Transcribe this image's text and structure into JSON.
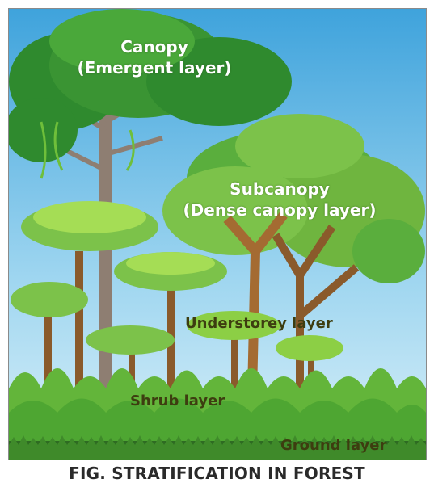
{
  "labels": {
    "canopy_line1": "Canopy",
    "canopy_line2": "(Emergent layer)",
    "subcanopy_line1": "Subcanopy",
    "subcanopy_line2": "(Dense canopy layer)",
    "understorey": "Understorey layer",
    "shrub": "Shrub layer",
    "ground": "Ground layer"
  },
  "caption": "FIG. STRATIFICATION IN FOREST",
  "colors": {
    "sky_top": "#3fa3dc",
    "sky_bottom": "#cfeaf7",
    "canopy_dark": "#2f8a2e",
    "canopy_mid": "#4aa83a",
    "canopy_light": "#7cc24a",
    "subcanopy": "#6fb53f",
    "understorey": "#8ccf45",
    "trunk": "#8a5a2b",
    "emergent_trunk": "#8e7e72",
    "shrub": "#63b53a",
    "ground": "#2e6b22"
  }
}
